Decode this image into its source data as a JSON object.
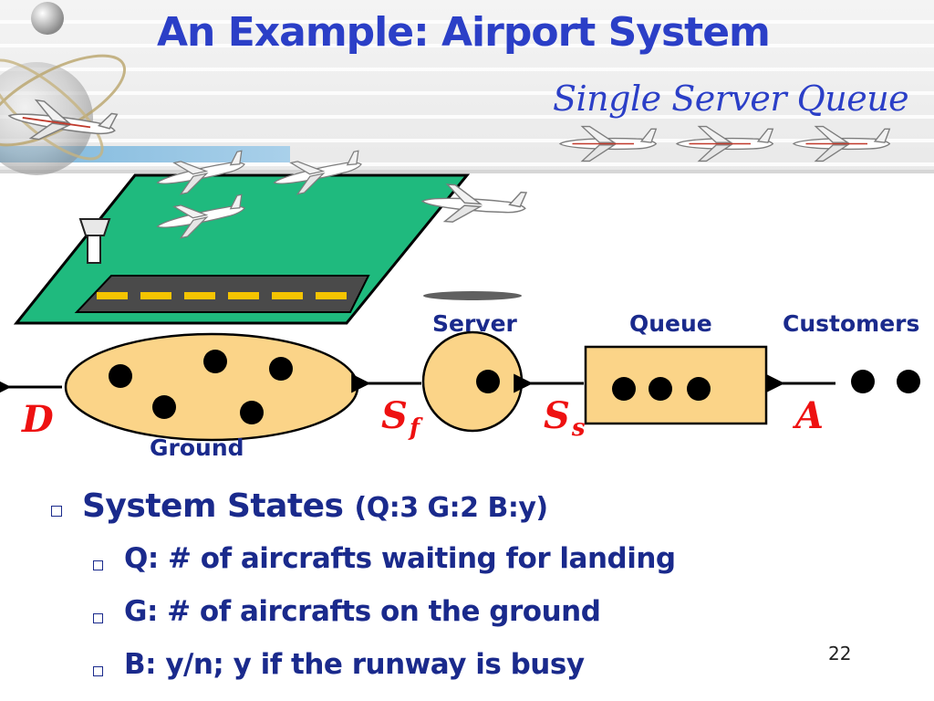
{
  "slide": {
    "title": "An Example: Airport System",
    "subtitle": "Single Server Queue",
    "page_number": "22"
  },
  "diagram": {
    "labels": {
      "server": "Server",
      "queue": "Queue",
      "customers": "Customers",
      "ground": "Ground"
    },
    "symbols": {
      "departure": "D",
      "s_f_base": "S",
      "s_f_sub": "f",
      "s_s_base": "S",
      "s_s_sub": "s",
      "arrival": "A"
    },
    "counts": {
      "ground_aircraft": 5,
      "server_aircraft": 1,
      "queue_aircraft": 3,
      "arriving_customers": 2
    },
    "colors": {
      "title": "#2b3fc7",
      "label": "#1a2a8c",
      "symbol": "#ee1111",
      "node_fill": "#fbd488",
      "airfield": "#1fba7e",
      "runway": "#4a4a4a",
      "runway_marks": "#f5c400"
    }
  },
  "bullets": {
    "main_label": "System States",
    "main_state": "(Q:3  G:2  B:y)",
    "sub": [
      "Q: # of aircrafts waiting for landing",
      "G: # of aircrafts on the ground",
      "B: y/n; y if the runway is busy"
    ]
  }
}
